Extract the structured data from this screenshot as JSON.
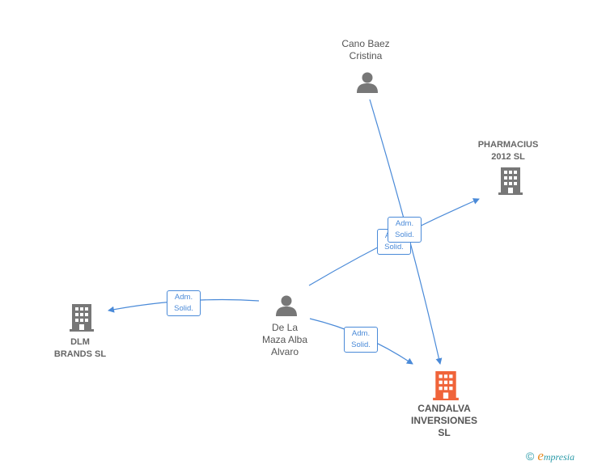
{
  "nodes": {
    "cano": {
      "label": "Cano Baez\nCristina",
      "type": "person"
    },
    "pharmacius": {
      "label": "PHARMACIUS\n2012 SL",
      "type": "company"
    },
    "delamaza": {
      "label": "De La\nMaza Alba\nAlvaro",
      "type": "person"
    },
    "dlm": {
      "label": "DLM\nBRANDS  SL",
      "type": "company"
    },
    "candalva": {
      "label": "CANDALVA\nINVERSIONES\nSL",
      "type": "company-main"
    }
  },
  "edges": [
    {
      "from": "delamaza",
      "to": "dlm",
      "label": "Adm.\nSolid."
    },
    {
      "from": "delamaza",
      "to": "pharmacius",
      "label": "Adm.\nSolid."
    },
    {
      "from": "delamaza",
      "to": "candalva",
      "label": "Adm.\nSolid."
    },
    {
      "from": "cano",
      "to": "candalva",
      "label": "Adm.\nSolid."
    }
  ],
  "colors": {
    "edge": "#4a8ad8",
    "node_gray": "#777777",
    "main_company": "#f0643a"
  },
  "brand": {
    "copyright": "©",
    "first_letter": "e",
    "rest": "mpresia"
  }
}
